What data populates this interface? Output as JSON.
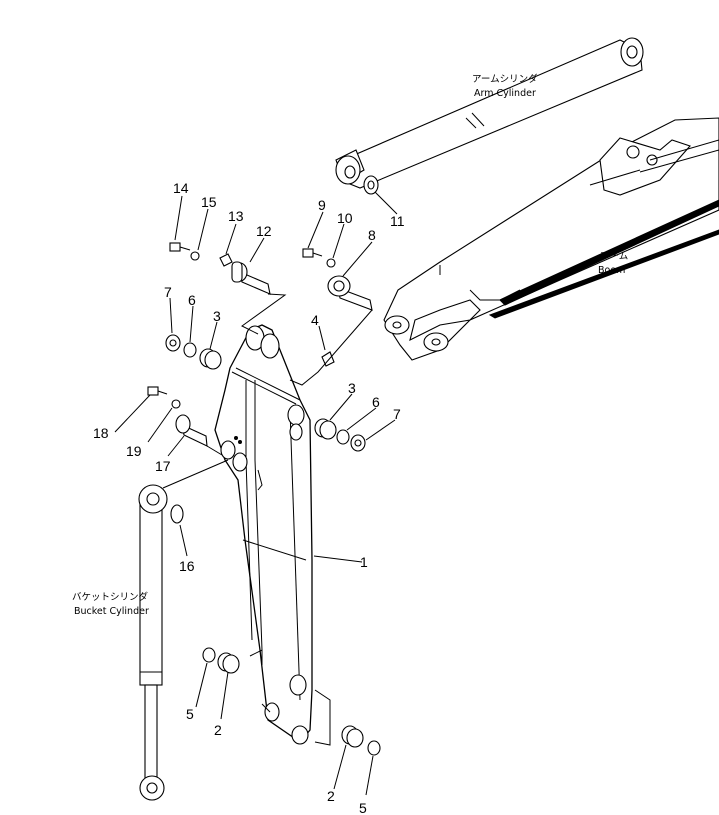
{
  "callouts": {
    "n1": "1",
    "n2a": "2",
    "n2b": "2",
    "n3a": "3",
    "n3b": "3",
    "n4": "4",
    "n5a": "5",
    "n5b": "5",
    "n6a": "6",
    "n6b": "6",
    "n7a": "7",
    "n7b": "7",
    "n8": "8",
    "n9": "9",
    "n10": "10",
    "n11": "11",
    "n12": "12",
    "n13": "13",
    "n14": "14",
    "n15": "15",
    "n16": "16",
    "n17": "17",
    "n18": "18",
    "n19": "19"
  },
  "labels": {
    "arm_cylinder_jp": "アームシリンダ",
    "arm_cylinder_en": "Arm Cylinder",
    "boom_jp": "ブーム",
    "boom_en": "Boom",
    "bucket_cylinder_jp": "バケットシリンダ",
    "bucket_cylinder_en": "Bucket Cylinder"
  }
}
